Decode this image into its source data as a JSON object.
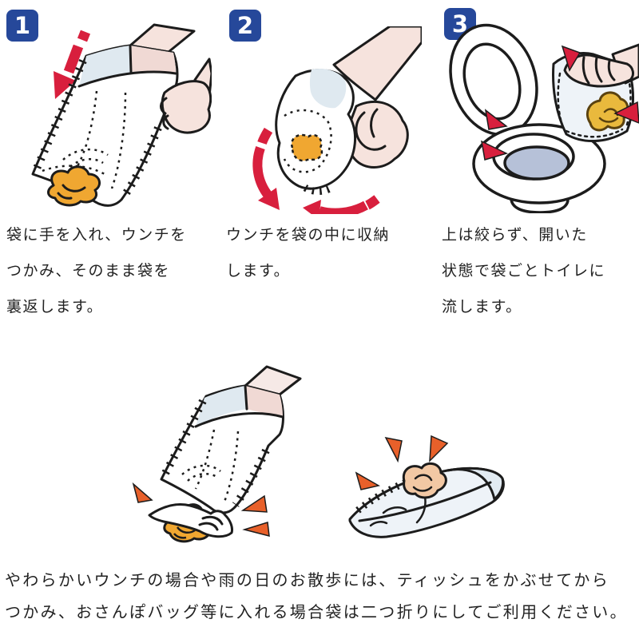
{
  "document": {
    "kind": "instruction-sheet",
    "language": "ja",
    "topic": "how to use a dog waste pickup bag"
  },
  "colors": {
    "badge_blue": "#26489a",
    "arrow_red": "#d81f3d",
    "accent_orange": "#e8602a",
    "poop_orange": "#f0a731",
    "poop_gold": "#e9b93d",
    "poop_tan": "#f2c8a4",
    "bag_blue_tint": "#dfe9f0",
    "skin_pink": "#f6e3dd",
    "band_pink": "#f0d9d4",
    "toilet_water": "#b6c1d8",
    "line_black": "#1c1c1c",
    "text_color": "#222222"
  },
  "steps": [
    {
      "number": "1",
      "illustration": "hand-into-bag-grabbing-poop",
      "caption_lines": [
        "袋に手を入れ、ウンチを",
        "つかみ、そのまま袋を",
        "裏返します。"
      ]
    },
    {
      "number": "2",
      "illustration": "turning-bag-inside-out-over-poop",
      "caption_lines": [
        "ウンチを袋の中に収納",
        "します。"
      ]
    },
    {
      "number": "3",
      "illustration": "flushing-open-bag-into-toilet",
      "caption_lines": [
        "上は絞らず、開いた",
        "状態で袋ごとトイレに",
        "流します。"
      ]
    }
  ],
  "extra_illustrations": [
    {
      "name": "bag-over-tissue-covered-poop"
    },
    {
      "name": "folded-bag-with-poop-inside"
    }
  ],
  "footer_lines": [
    "やわらかいウンチの場合や雨の日のお散歩には、ティッシュをかぶせてから",
    "つかみ、おさんぽバッグ等に入れる場合袋は二つ折りにしてご利用ください。"
  ]
}
